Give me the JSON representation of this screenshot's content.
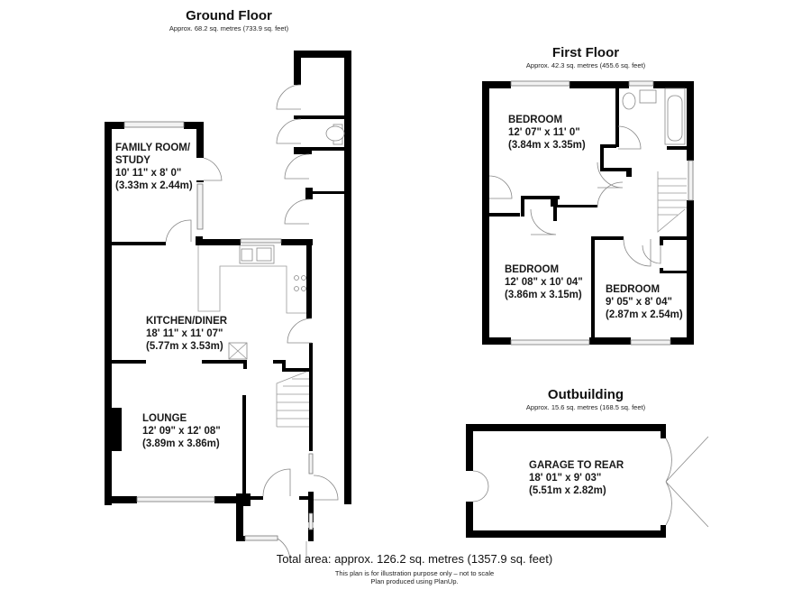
{
  "ground_floor": {
    "title": "Ground Floor",
    "area": "Approx. 68.2 sq. metres (733.9 sq. feet)",
    "rooms": [
      {
        "name": "FAMILY ROOM/",
        "name2": "STUDY",
        "imperial": "10' 11\" x 8' 0\"",
        "metric": "(3.33m x 2.44m)"
      },
      {
        "name": "KITCHEN/DINER",
        "imperial": "18' 11\" x 11' 07\"",
        "metric": "(5.77m x 3.53m)"
      },
      {
        "name": "LOUNGE",
        "imperial": "12' 09\" x 12' 08\"",
        "metric": "(3.89m x 3.86m)"
      }
    ]
  },
  "first_floor": {
    "title": "First Floor",
    "area": "Approx. 42.3 sq. metres (455.6 sq. feet)",
    "rooms": [
      {
        "name": "BEDROOM",
        "imperial": "12' 07\" x 11' 0\"",
        "metric": "(3.84m x 3.35m)"
      },
      {
        "name": "BEDROOM",
        "imperial": "12' 08\" x 10' 04\"",
        "metric": "(3.86m x 3.15m)"
      },
      {
        "name": "BEDROOM",
        "imperial": "9' 05\" x 8' 04\"",
        "metric": "(2.87m x 2.54m)"
      }
    ]
  },
  "outbuilding": {
    "title": "Outbuilding",
    "area": "Approx. 15.6 sq. metres (168.5 sq. feet)",
    "rooms": [
      {
        "name": "GARAGE TO REAR",
        "imperial": "18' 01\" x 9' 03\"",
        "metric": "(5.51m x 2.82m)"
      }
    ]
  },
  "footer": {
    "total_area": "Total area: approx. 126.2 sq. metres (1357.9 sq. feet)",
    "disclaimer_line1": "This plan is for illustration purpose only – not to scale",
    "disclaimer_line2": "Plan produced using PlanUp."
  }
}
